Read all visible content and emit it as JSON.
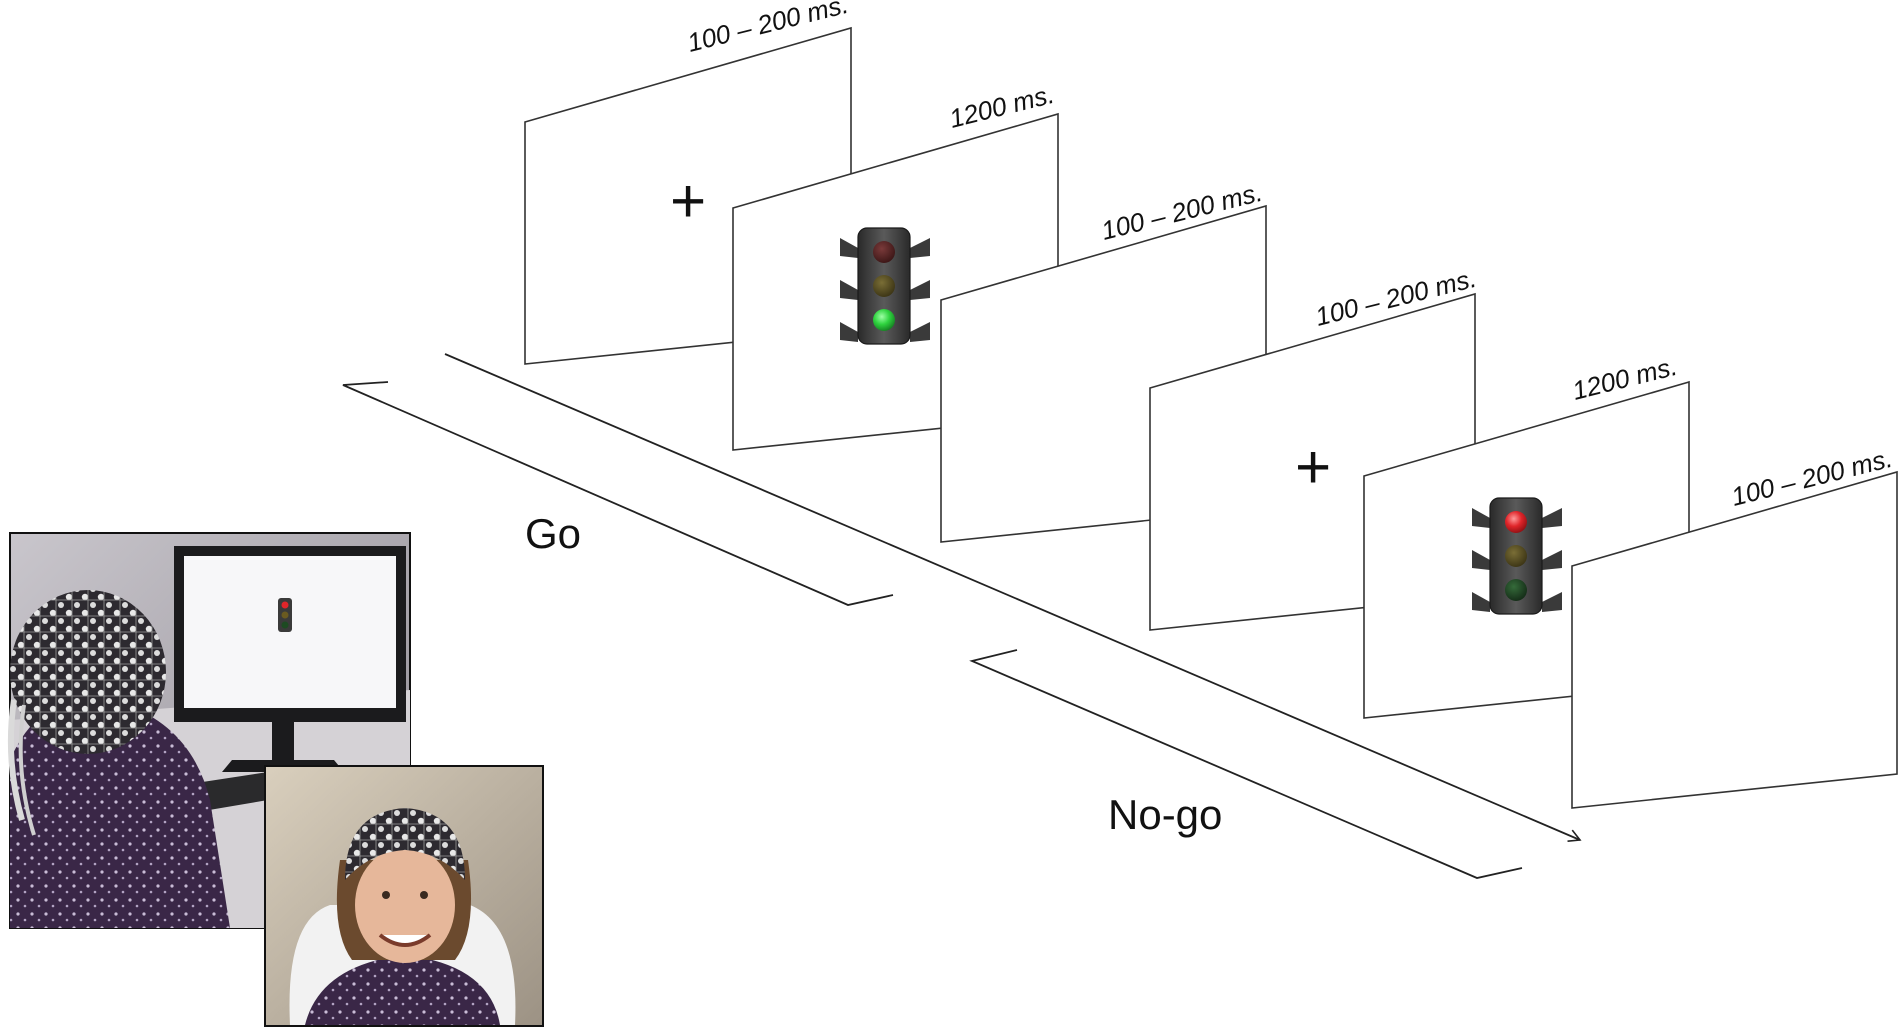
{
  "figure": {
    "conditions": {
      "go": "Go",
      "nogo": "No-go"
    },
    "timings": {
      "t1": "100 – 200 ms.",
      "t2": "1200 ms.",
      "t3": "100 – 200 ms.",
      "t4": "100 – 200 ms.",
      "t5": "1200 ms.",
      "t6": "100 – 200 ms."
    },
    "fixation_symbol": "+",
    "stimuli": [
      {
        "name": "go-traffic-light",
        "lit": "green"
      },
      {
        "name": "nogo-traffic-light",
        "lit": "red"
      }
    ],
    "colors": {
      "lamp_red": "#e0252a",
      "lamp_green": "#2fd33f",
      "lamp_off_red": "#4a1f1f",
      "lamp_off_amber": "#4a4322",
      "lamp_off_green": "#1d3f22",
      "housing": "#3b3b3b",
      "frame_stroke": "#333333",
      "photo_shirt": "#3a2747"
    },
    "icons": {
      "photos": [
        "child-at-computer-photo",
        "child-with-eeg-cap-photo"
      ],
      "arrow": "timeline-arrow-icon"
    }
  }
}
